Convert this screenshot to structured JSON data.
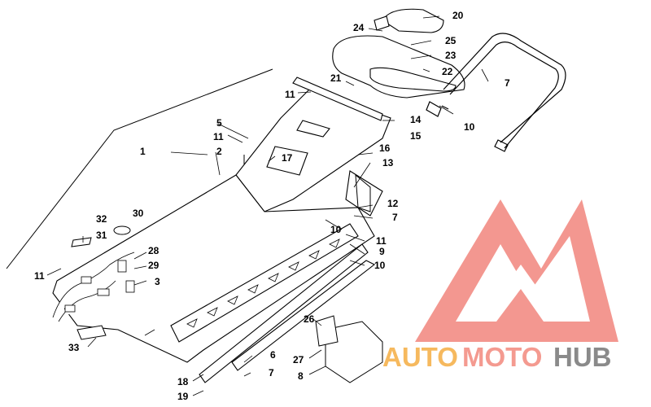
{
  "callouts": [
    "1",
    "2",
    "3",
    "5",
    "6",
    "7",
    "7",
    "7",
    "8",
    "9",
    "10",
    "10",
    "10",
    "11",
    "11",
    "11",
    "11",
    "12",
    "13",
    "14",
    "15",
    "16",
    "17",
    "18",
    "19",
    "20",
    "21",
    "22",
    "23",
    "24",
    "25",
    "26",
    "27",
    "28",
    "29",
    "30",
    "31",
    "32",
    "33"
  ],
  "watermark": {
    "part1": "AUTO",
    "part2": "MOTO",
    "part3": "HUB",
    "colors": {
      "auto": "#f6b95e",
      "moto": "#f49a90",
      "hub": "#8a8a8a",
      "logo": "#ef7b72"
    }
  }
}
